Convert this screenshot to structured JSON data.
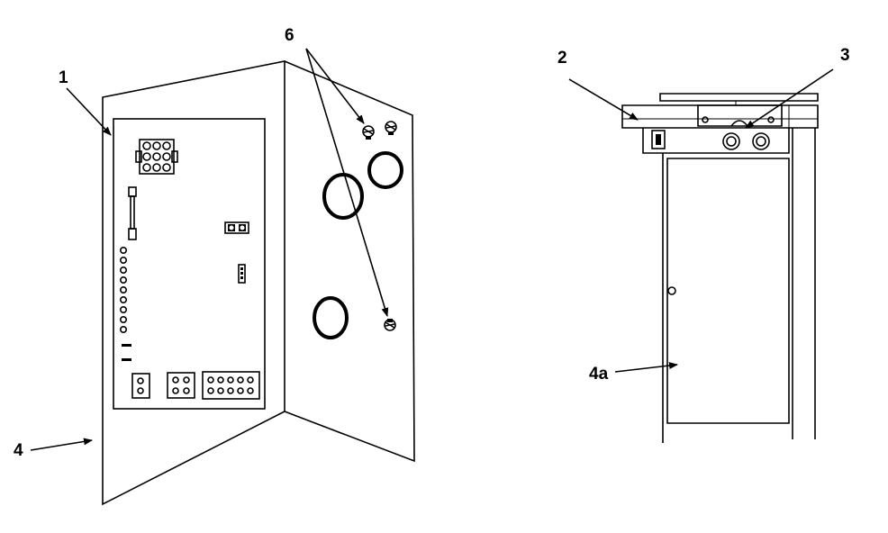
{
  "callouts": {
    "c1": "1",
    "c2": "2",
    "c3": "3",
    "c4": "4",
    "c4a": "4a",
    "c6": "6"
  },
  "colors": {
    "ink": "#000000",
    "background": "#ffffff"
  }
}
